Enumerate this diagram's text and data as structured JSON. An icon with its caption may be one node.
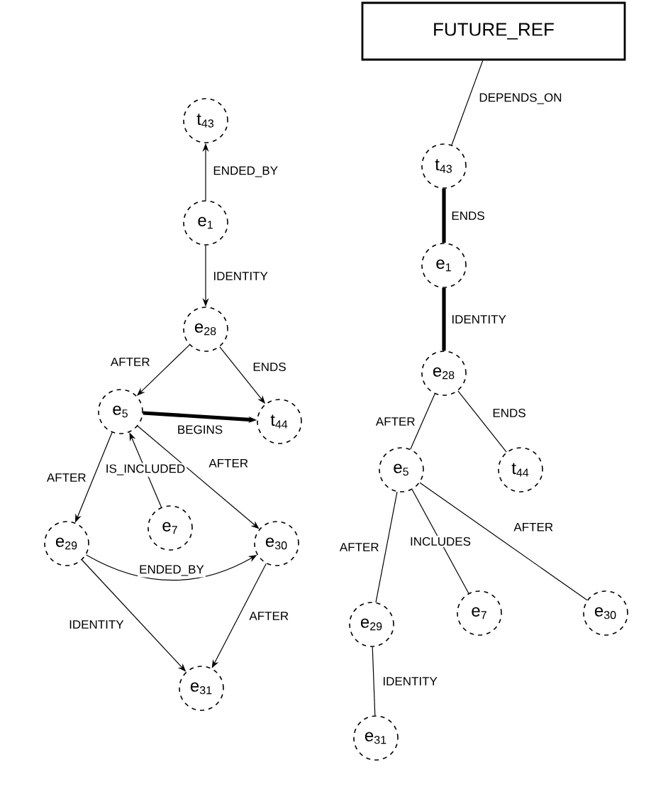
{
  "diagram": {
    "nodes": [
      {
        "text": [
          "t$_{43}$"
        ]
      },
      {
        "text": [
          "e$_{1}$"
        ]
      },
      {
        "text": [
          "e$_{28}$"
        ]
      },
      {
        "text": [
          "e$_{5}$"
        ]
      },
      {
        "text": [
          "t$_{44}$"
        ]
      },
      {
        "text": [
          "e$_{29}$"
        ]
      },
      {
        "text": [
          "e$_{7}$"
        ]
      },
      {
        "text": [
          "e$_{30}$"
        ]
      },
      {
        "text": [
          "e$_{31}$"
        ]
      },
      {
        "text": [
          "FUTURE_REF"
        ]
      },
      {
        "text": [
          "t$_{43}$"
        ]
      },
      {
        "text": [
          "e$_{1}$"
        ]
      },
      {
        "text": [
          "e$_{28}$"
        ]
      },
      {
        "text": [
          "e$_{5}$"
        ]
      },
      {
        "text": [
          "t$_{44}$"
        ]
      },
      {
        "text": [
          "e$_{29}$"
        ]
      },
      {
        "text": [
          "e$_{7}$"
        ]
      },
      {
        "text": [
          "e$_{30}$"
        ]
      },
      {
        "text": [
          "e$_{31}$"
        ]
      }
    ],
    "edges": [
      {
        "from": 1,
        "to": 0,
        "arrow": "to",
        "label": "ENDED_BY"
      },
      {
        "from": 1,
        "to": 2,
        "arrow": "to",
        "label": "IDENTITY"
      },
      {
        "from": 2,
        "to": 3,
        "arrow": "to",
        "label": "AFTER"
      },
      {
        "from": 2,
        "to": 4,
        "arrow": "to",
        "label": "ENDS"
      },
      {
        "from": 3,
        "to": 4,
        "arrow": "to",
        "label": "BEGINS",
        "style": "thick"
      },
      {
        "from": 3,
        "to": 5,
        "arrow": "to",
        "label": "AFTER"
      },
      {
        "from": 6,
        "to": 3,
        "arrow": "to",
        "label": "IS_INCLUDED"
      },
      {
        "from": 3,
        "to": 7,
        "arrow": "to",
        "label": "AFTER"
      },
      {
        "from": 5,
        "to": 7,
        "arrow": "to",
        "label": "ENDED_BY"
      },
      {
        "from": 5,
        "to": 8,
        "arrow": "to",
        "label": "IDENTITY"
      },
      {
        "from": 7,
        "to": 8,
        "arrow": "to",
        "label": "AFTER"
      },
      {
        "from": 9,
        "to": 10,
        "arrow": "none",
        "label": "DEPENDS_ON"
      },
      {
        "from": 10,
        "to": 11,
        "arrow": "none",
        "label": "ENDS",
        "style": "thick"
      },
      {
        "from": 11,
        "to": 12,
        "arrow": "none",
        "label": "IDENTITY",
        "style": "thick"
      },
      {
        "from": 12,
        "to": 13,
        "arrow": "none",
        "label": "AFTER"
      },
      {
        "from": 12,
        "to": 14,
        "arrow": "none",
        "label": "ENDS"
      },
      {
        "from": 13,
        "to": 15,
        "arrow": "none",
        "label": "AFTER"
      },
      {
        "from": 13,
        "to": 16,
        "arrow": "none",
        "label": "INCLUDES"
      },
      {
        "from": 13,
        "to": 17,
        "arrow": "none",
        "label": "AFTER"
      },
      {
        "from": 15,
        "to": 18,
        "arrow": "none",
        "label": "IDENTITY"
      }
    ]
  }
}
